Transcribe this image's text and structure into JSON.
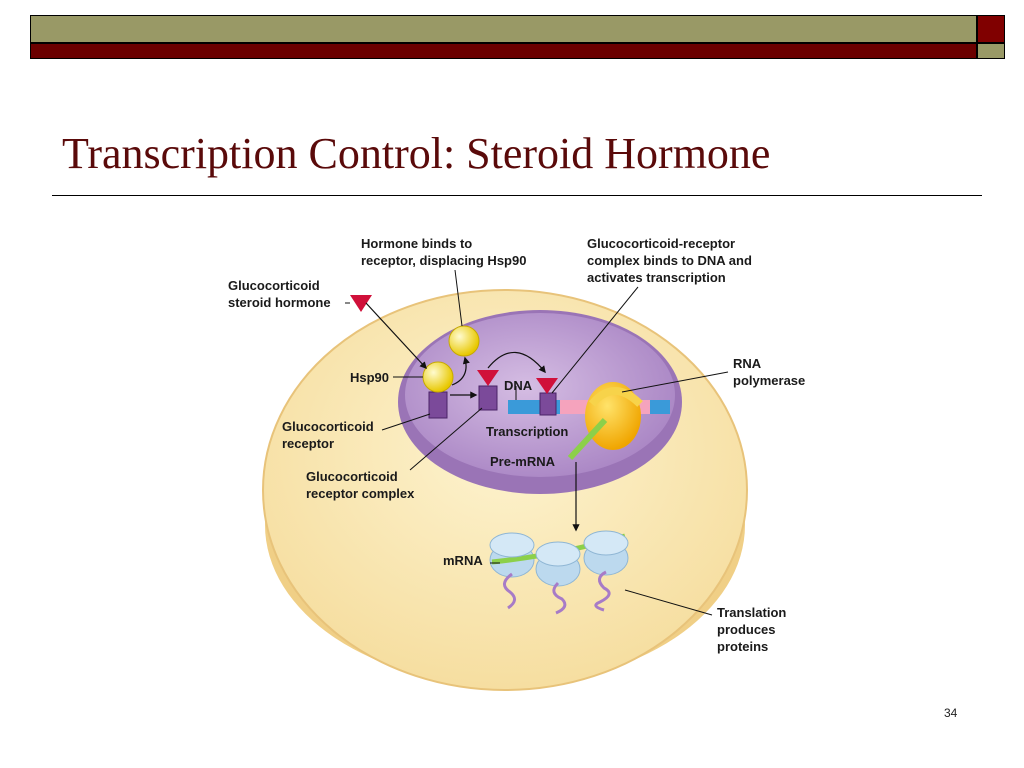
{
  "slide": {
    "title": "Transcription Control: Steroid Hormone",
    "page_number": "34"
  },
  "labels": {
    "hormone_binds": [
      "Hormone binds to",
      "receptor, displacing Hsp90"
    ],
    "gr_complex_binds": [
      "Glucocorticoid-receptor",
      "complex binds to DNA and",
      "activates transcription"
    ],
    "glucocorticoid_hormone": [
      "Glucocorticoid",
      "steroid hormone"
    ],
    "hsp90": "Hsp90",
    "dna": "DNA",
    "rna_polymerase": [
      "RNA",
      "polymerase"
    ],
    "glucocorticoid_receptor": [
      "Glucocorticoid",
      "receptor"
    ],
    "transcription": "Transcription",
    "pre_mrna": "Pre-mRNA",
    "receptor_complex": [
      "Glucocorticoid",
      "receptor complex"
    ],
    "mrna": "mRNA",
    "translation": [
      "Translation",
      "produces",
      "proteins"
    ]
  },
  "colors": {
    "title": "#5a0a0a",
    "olive_bar": "#999966",
    "maroon_bar": "#6b0000",
    "cytoplasm": "#fbe9b4",
    "nucleus": "#c7a5d6",
    "hormone": "#d0103a",
    "hsp90": "#f4e21a",
    "receptor": "#7b4a9a",
    "dna_blue": "#3a9ad9",
    "transcript_pink": "#f5a3bd",
    "rna_green": "#8cd04a",
    "ribosome": "#bcd9ee"
  }
}
